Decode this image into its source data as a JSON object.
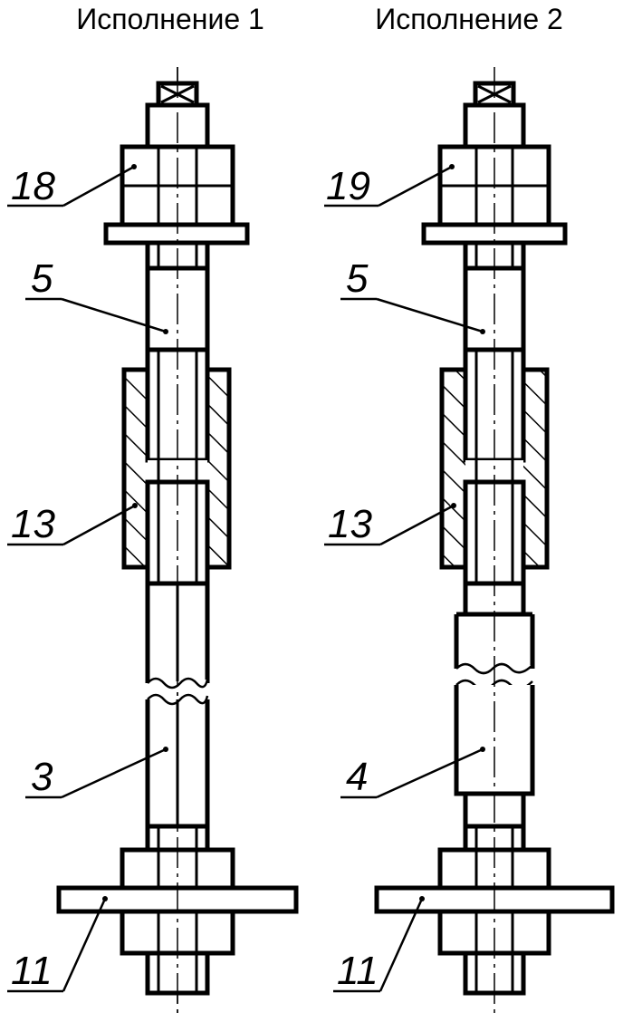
{
  "variants": [
    {
      "title": "Исполнение 1"
    },
    {
      "title": "Исполнение 2"
    }
  ],
  "callouts": {
    "v1_top_nut": "18",
    "v1_pin": "5",
    "v1_coupling": "13",
    "v1_rod": "3",
    "v1_plate": "11",
    "v2_top_nut": "19",
    "v2_pin": "5",
    "v2_coupling": "13",
    "v2_rod": "4",
    "v2_plate": "11"
  },
  "colors": {
    "line": "#000000",
    "background": "#ffffff"
  }
}
